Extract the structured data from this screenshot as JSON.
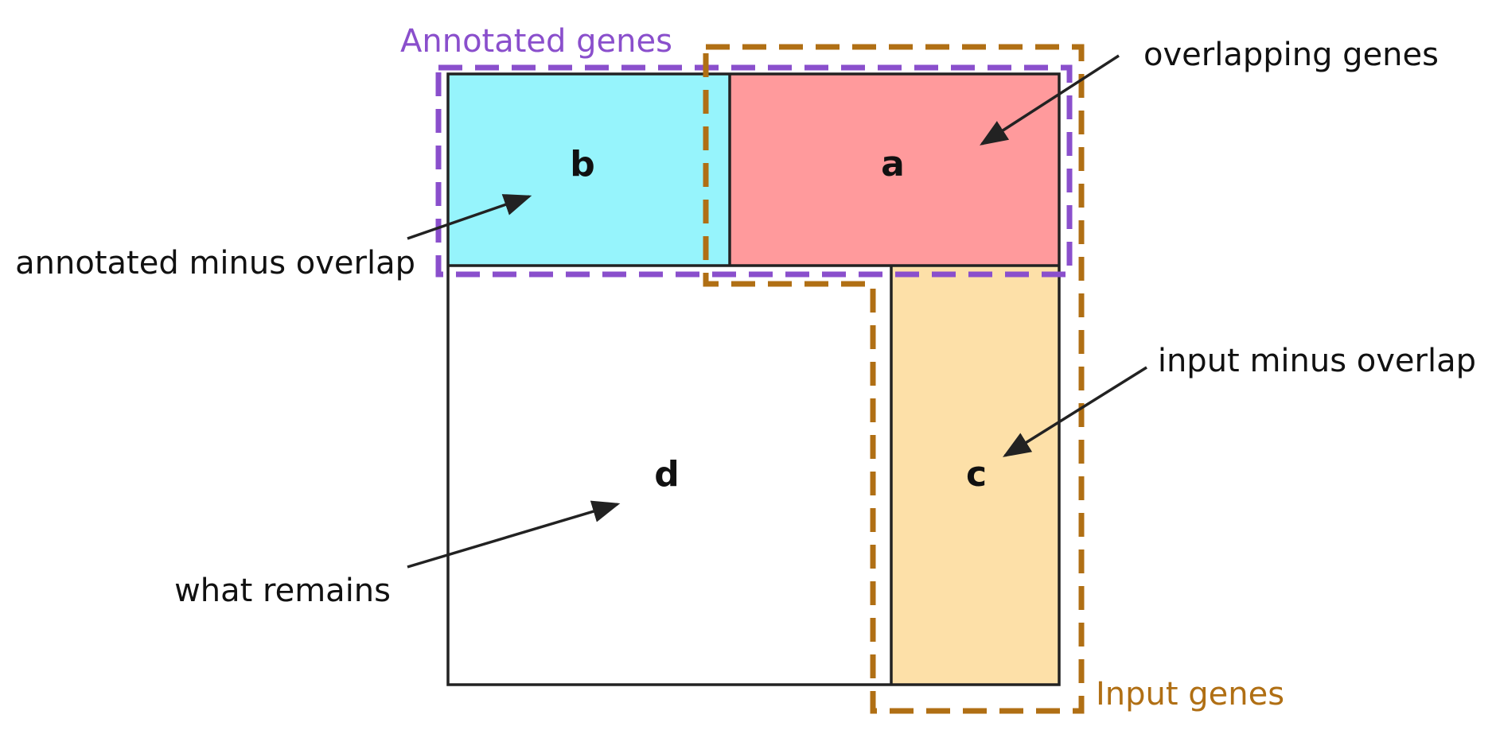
{
  "groups": {
    "annotated": {
      "label": "Annotated genes",
      "color": "#8a4fcc"
    },
    "input": {
      "label": "Input genes",
      "color": "#b06f14"
    }
  },
  "cells": {
    "a": {
      "label": "a",
      "color": "#ff9a9c"
    },
    "b": {
      "label": "b",
      "color": "#96f4fc"
    },
    "c": {
      "label": "c",
      "color": "#fde0a8"
    },
    "d": {
      "label": "d",
      "color": "#ffffff"
    }
  },
  "callouts": {
    "overlap": "overlapping genes",
    "annotated_minus": "annotated minus overlap",
    "input_minus": "input minus overlap",
    "remains": "what remains"
  }
}
